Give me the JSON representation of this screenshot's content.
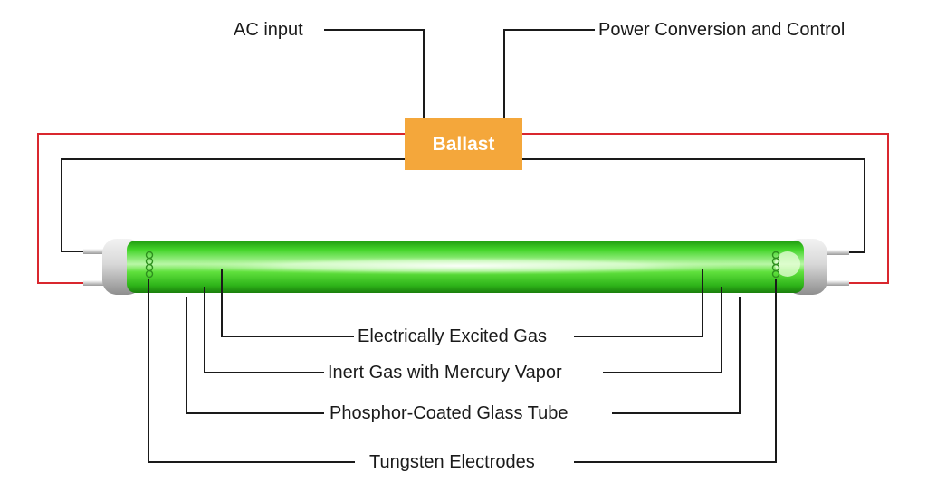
{
  "labels": {
    "ac_input": "AC input",
    "power_conversion": "Power Conversion and Control",
    "ballast": "Ballast",
    "excited_gas": "Electrically Excited Gas",
    "inert_gas": "Inert Gas with Mercury Vapor",
    "phosphor_tube": "Phosphor-Coated Glass Tube",
    "electrodes": "Tungsten Electrodes"
  },
  "colors": {
    "ballast_fill": "#f4a73b",
    "live_wire": "#d9272e",
    "neutral_wire": "#1a1a1a",
    "tube_glow": "#35d21c",
    "end_cap": "#c9c9c9"
  }
}
